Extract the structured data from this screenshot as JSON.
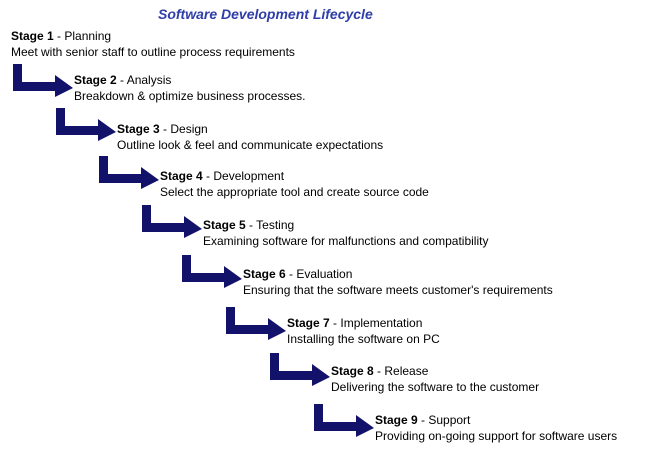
{
  "title": "Software Development Lifecycle",
  "colors": {
    "title": "#2f3ea8",
    "arrow": "#12126a"
  },
  "stages": [
    {
      "name": "Stage 1",
      "separator": " - ",
      "phase": "Planning",
      "description": "Meet with senior staff to outline process requirements"
    },
    {
      "name": "Stage 2",
      "separator": " - ",
      "phase": "Analysis",
      "description": "Breakdown & optimize business processes."
    },
    {
      "name": "Stage 3",
      "separator": " - ",
      "phase": "Design",
      "description": "Outline look & feel and communicate expectations"
    },
    {
      "name": "Stage 4",
      "separator": " - ",
      "phase": "Development",
      "description": "Select the appropriate tool and create source code"
    },
    {
      "name": "Stage 5",
      "separator": " - ",
      "phase": "Testing",
      "description": "Examining software for malfunctions and compatibility"
    },
    {
      "name": "Stage 6",
      "separator": " - ",
      "phase": "Evaluation",
      "description": "Ensuring that the software meets customer's requirements"
    },
    {
      "name": "Stage 7",
      "separator": " - ",
      "phase": "Implementation",
      "description": "Installing the software on PC"
    },
    {
      "name": "Stage 8",
      "separator": " - ",
      "phase": "Release",
      "description": "Delivering the software to the customer"
    },
    {
      "name": "Stage 9",
      "separator": " - ",
      "phase": "Support",
      "description": "Providing on-going support for software users"
    }
  ],
  "connectors": [
    {
      "icon": "bent-arrow-right-icon"
    },
    {
      "icon": "bent-arrow-right-icon"
    },
    {
      "icon": "bent-arrow-right-icon"
    },
    {
      "icon": "bent-arrow-right-icon"
    },
    {
      "icon": "bent-arrow-right-icon"
    },
    {
      "icon": "bent-arrow-right-icon"
    },
    {
      "icon": "bent-arrow-right-icon"
    },
    {
      "icon": "bent-arrow-right-icon"
    }
  ]
}
